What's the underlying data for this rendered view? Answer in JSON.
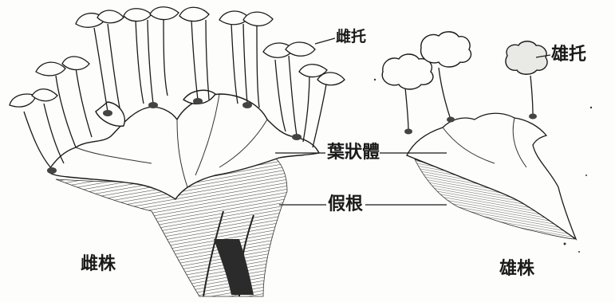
{
  "labels": {
    "female_receptacle": "雌托",
    "male_receptacle": "雄托",
    "thallus": "葉狀體",
    "rhizoid": "假根",
    "female_plant": "雌株",
    "male_plant": "雄株"
  },
  "colors": {
    "ink": "#1a1a1a",
    "paper": "#fdfdfb",
    "shade": "#6a6a6a"
  }
}
